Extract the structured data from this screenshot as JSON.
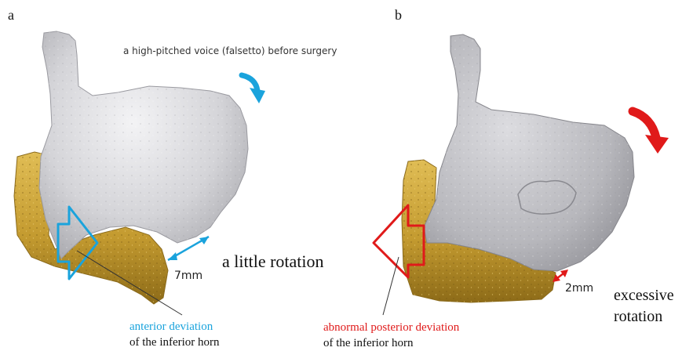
{
  "panels": {
    "a": {
      "label": "a",
      "caption": "a high-pitched voice (falsetto) before surgery",
      "rotation_label": "a little rotation",
      "distance_label": "7mm",
      "deviation_label_line1": "anterior deviation",
      "deviation_label_line2": "of  the inferior horn"
    },
    "b": {
      "label": "b",
      "rotation_label_line1": "excessive",
      "rotation_label_line2": "rotation",
      "distance_label": "2mm",
      "deviation_label_line1": "abnormal posterior deviation",
      "deviation_label_line2": "of the inferior horn"
    }
  },
  "colors": {
    "anterior_blue": "#1aa3dc",
    "posterior_red": "#e01a1a",
    "thyroid_gray": "#c9c9cc",
    "cricoid_gold": "#c9a33a"
  },
  "icons": {
    "rotation_a": "curved-arrow-clockwise-small-blue-icon",
    "rotation_b": "curved-arrow-clockwise-large-red-icon"
  }
}
